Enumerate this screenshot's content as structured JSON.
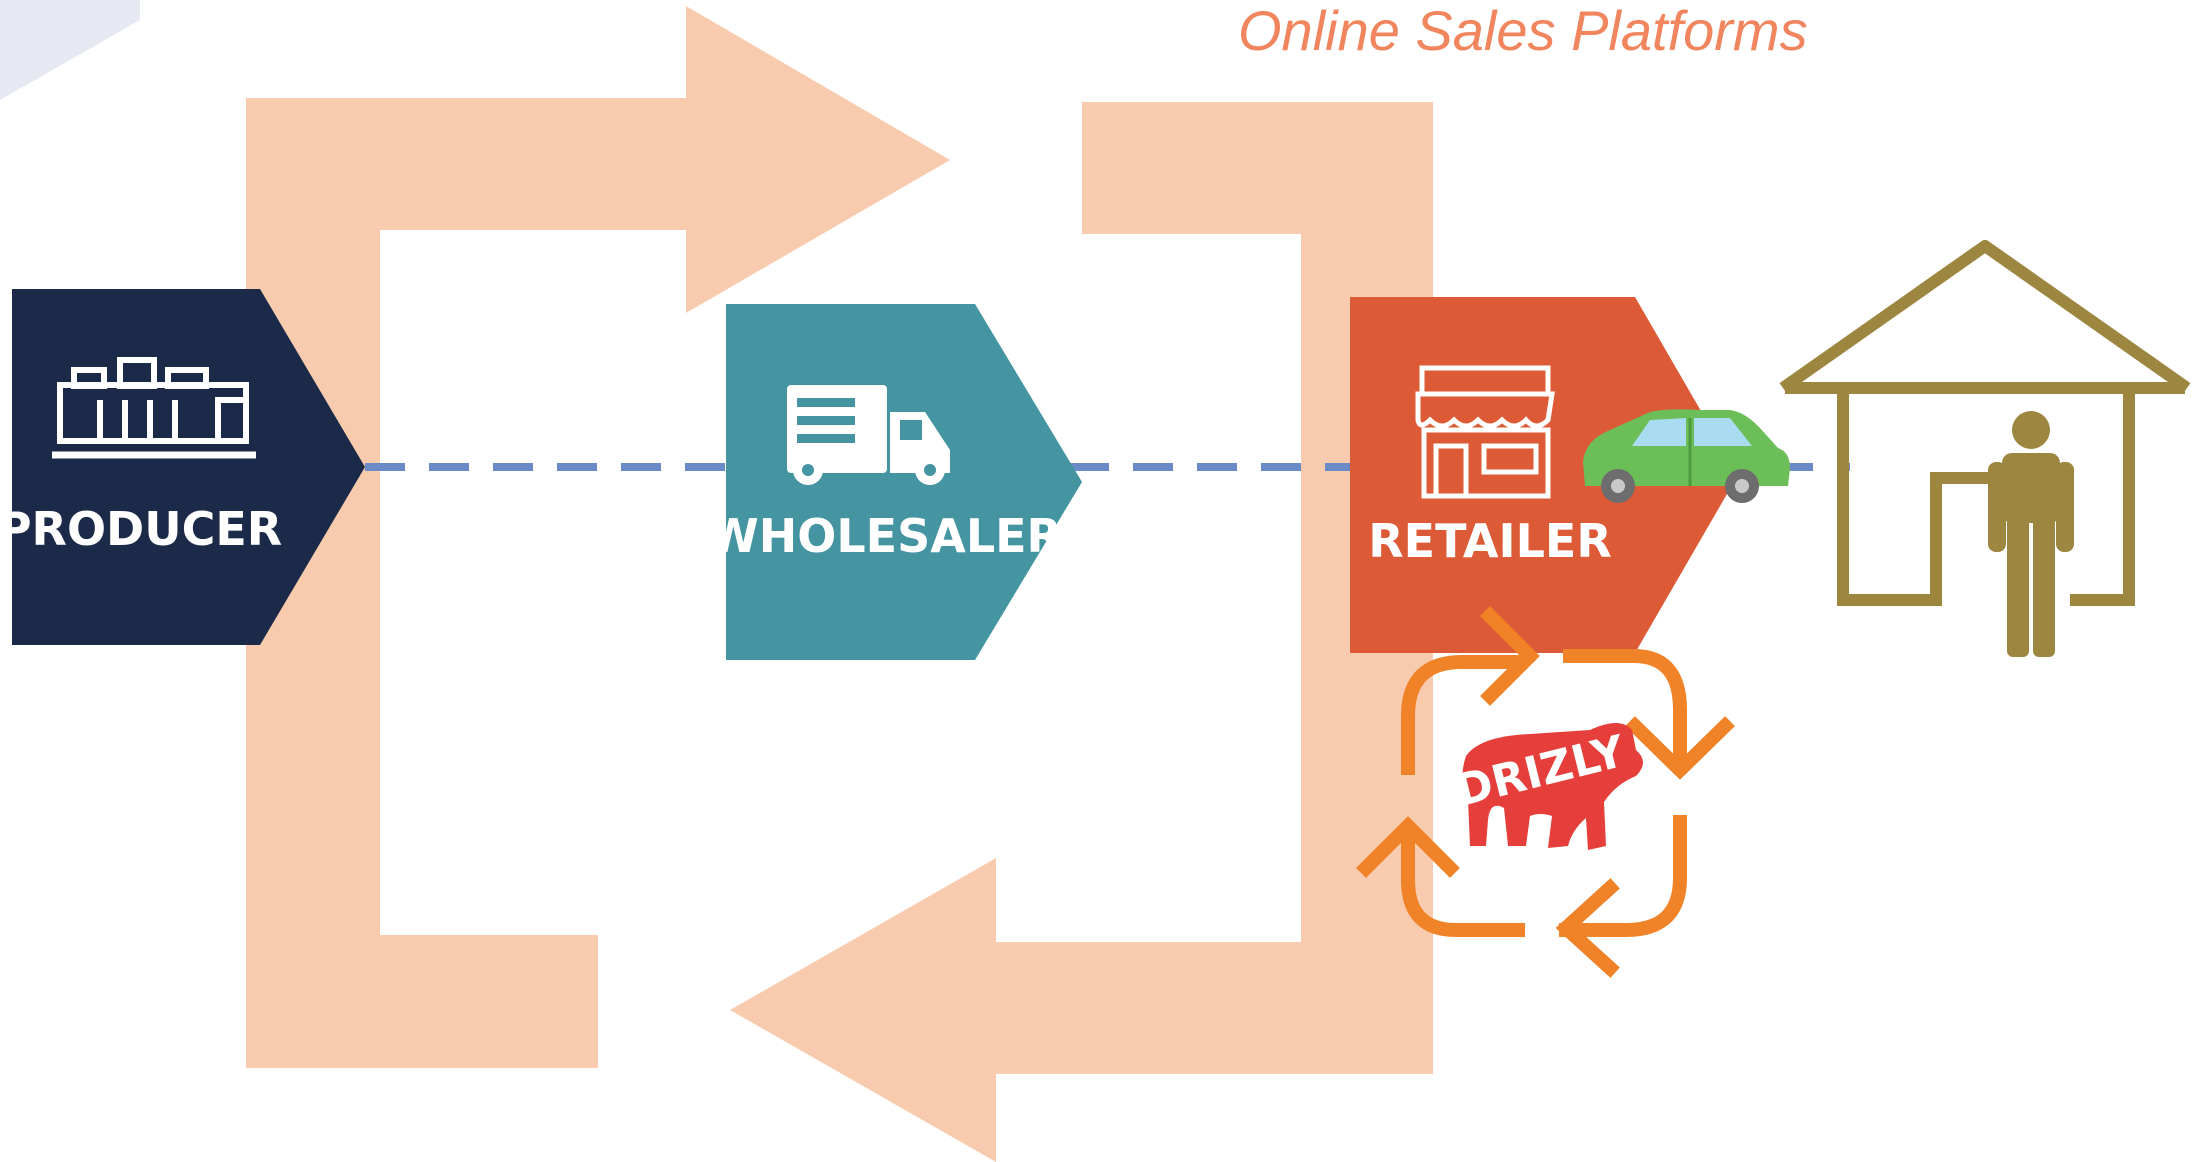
{
  "diagram": {
    "title": "Online Sales Platforms",
    "nodes": [
      {
        "id": "producer",
        "label": "PRODUCER",
        "icon": "factory-icon"
      },
      {
        "id": "wholesaler",
        "label": "WHOLESALER",
        "icon": "delivery-truck-icon"
      },
      {
        "id": "retailer",
        "label": "RETAILER",
        "icon": "storefront-icon"
      },
      {
        "id": "consumer",
        "label": "",
        "icon": "house-with-person-icon"
      }
    ],
    "platform": {
      "brand": "DRIZLY",
      "icon": "bear-logo-icon",
      "cycle_icon": "circular-arrows-icon"
    },
    "connector_icon": "car-icon"
  },
  "colors": {
    "title": "#f0855e",
    "producer": "#1b2a49",
    "wholesaler": "#4494a2",
    "retailer": "#dd5a36",
    "flow_arrows": "#f8cbae",
    "dashed_line": "#6b8bc8",
    "house": "#9c8640",
    "cycle": "#f08228",
    "brand": "#e63e3a",
    "car": "#6cbf58",
    "corner_shape": "#e6e9f1"
  }
}
